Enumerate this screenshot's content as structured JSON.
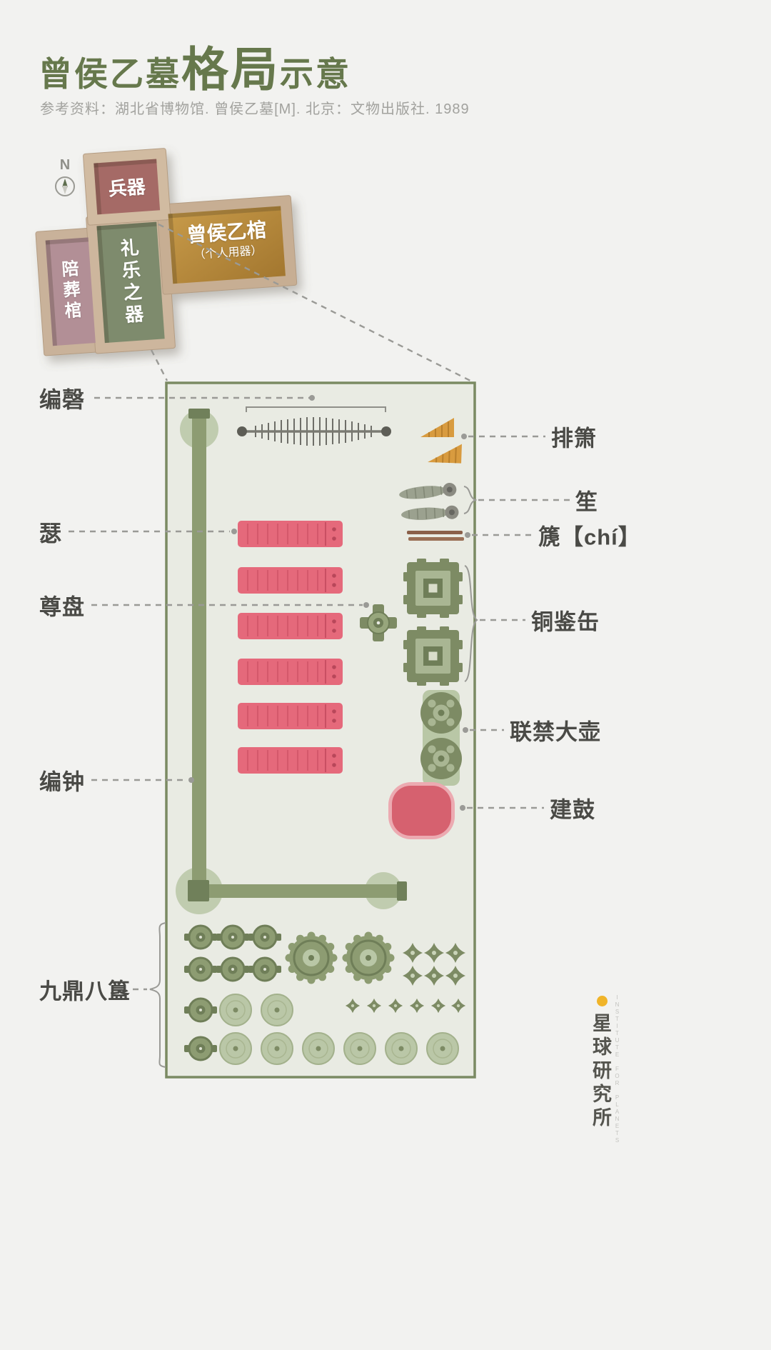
{
  "header": {
    "title_part1": "曾侯乙墓",
    "title_part2": "格局",
    "title_part3": "示意",
    "reference": "参考资料：湖北省博物馆. 曾侯乙墓[M]. 北京：文物出版社. 1989"
  },
  "tomb": {
    "compass_label": "N",
    "chambers": {
      "weapons": {
        "label": "兵器"
      },
      "coffins": {
        "label": "陪葬棺"
      },
      "music": {
        "label": "礼乐之器"
      },
      "marquis": {
        "label": "曾侯乙棺",
        "sublabel": "（个人用器）"
      }
    }
  },
  "plan": {
    "labels_left": {
      "bianqing": "编磬",
      "se": "瑟",
      "zunpan": "尊盘",
      "bianzhong": "编钟",
      "dinggui": "九鼎八簋"
    },
    "labels_right": {
      "paixiao": "排箫",
      "sheng": "笙",
      "chi": "篪【chí】",
      "tongjianfou": "铜鉴缶",
      "lianjindahu": "联禁大壶",
      "jiangu": "建鼓"
    }
  },
  "logo": {
    "cn": "星球研究所",
    "en": "INSTITUTE FOR PLANETS"
  },
  "palette": {
    "background": "#f2f2f0",
    "title_green": "#66784c",
    "label_gray": "#4a4a46",
    "line_gray": "#9a9a96",
    "plan_fill": "#e9ebe3",
    "plan_border": "#7b8a63",
    "stand_green": "#8d9c72",
    "vessel_green": "#7d8b64",
    "vessel_light": "#b9c7a6",
    "se_pink": "#e5697b",
    "drum_red": "#d6616f",
    "panpipe_orange": "#d89b3f",
    "chamber_weapons": "#a56a66",
    "chamber_coffins": "#b28f96",
    "chamber_music": "#7e8b6d",
    "chamber_marquis": "#bb8c42",
    "wood_tan": "#cab39a",
    "logo_yellow": "#f0b429"
  }
}
